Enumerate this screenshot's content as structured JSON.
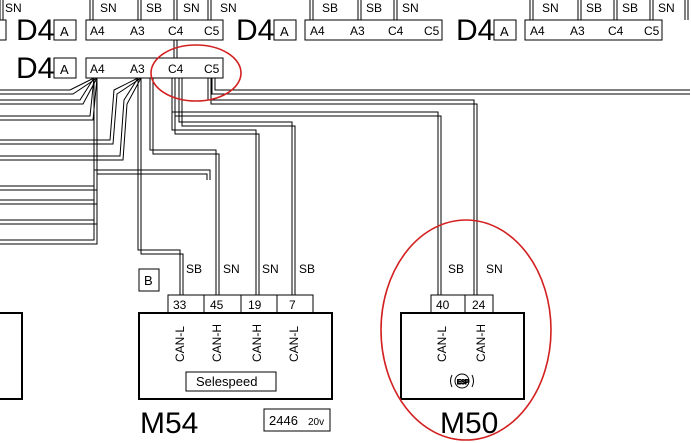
{
  "connectors_top": [
    {
      "name": "D4",
      "frame": "A",
      "pins": [
        "A4",
        "A3",
        "C4",
        "C5"
      ]
    },
    {
      "name": "D4",
      "frame": "A",
      "pins": [
        "A4",
        "A3",
        "C4",
        "C5"
      ]
    },
    {
      "name": "D4",
      "frame": "A",
      "pins": [
        "A4",
        "A3",
        "C4",
        "C5"
      ]
    }
  ],
  "top_wire_labels": [
    "SN",
    "SN",
    "SB",
    "SN",
    "SN",
    "SB",
    "SB",
    "SN",
    "SN",
    "SB",
    "SB",
    "SN"
  ],
  "main_connector": {
    "name": "D4",
    "frame": "A",
    "pins": [
      "A4",
      "A3",
      "C4",
      "C5"
    ]
  },
  "m54": {
    "name": "M54",
    "frame": "B",
    "pins": [
      "33",
      "45",
      "19",
      "7"
    ],
    "wire_labels": [
      "SB",
      "SN",
      "SN",
      "SB"
    ],
    "signals": [
      "CAN-L",
      "CAN-H",
      "CAN-H",
      "CAN-L"
    ],
    "sublabel": "Selespeed",
    "code": "2446",
    "code_sub": "20v"
  },
  "m50": {
    "name": "M50",
    "pins": [
      "40",
      "24"
    ],
    "wire_labels": [
      "SB",
      "SN"
    ],
    "signals": [
      "CAN-L",
      "CAN-H"
    ],
    "symbol": "esp-icon"
  },
  "colors": {
    "line": "#000000",
    "highlight": "#d32020",
    "background": "#ffffff"
  }
}
